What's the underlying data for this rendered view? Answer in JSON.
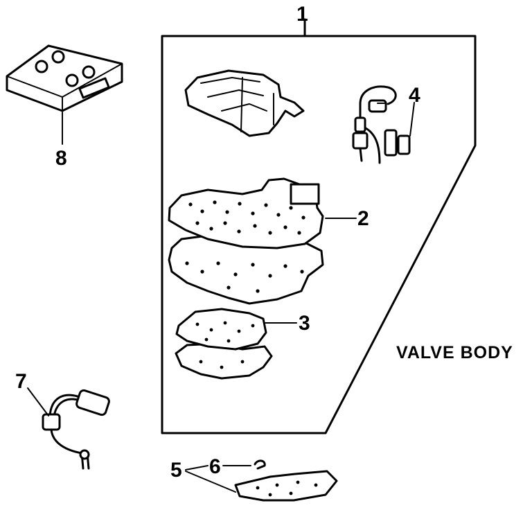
{
  "diagram": {
    "title": "VALVE BODY",
    "callouts": {
      "c1": "1",
      "c2": "2",
      "c3": "3",
      "c4": "4",
      "c5": "5",
      "c6": "6",
      "c7": "7",
      "c8": "8"
    },
    "colors": {
      "ink": "#000000",
      "paper": "#ffffff"
    }
  }
}
